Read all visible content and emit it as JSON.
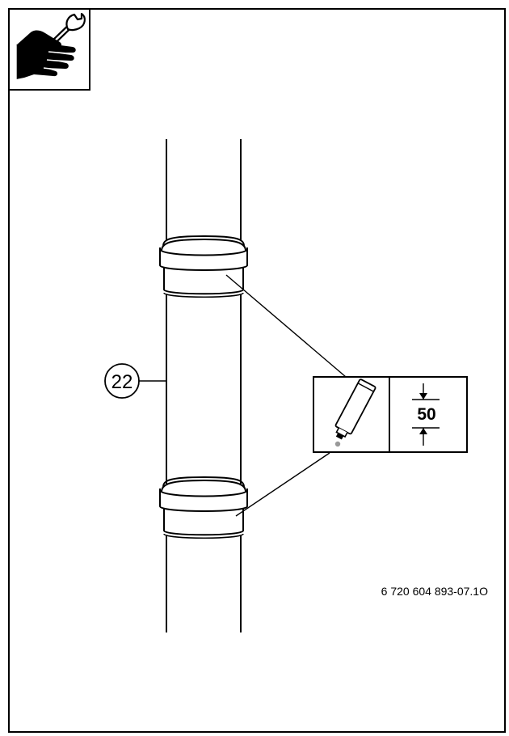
{
  "callout": {
    "number": "22"
  },
  "detail": {
    "dimension": "50"
  },
  "figure": {
    "reference": "6 720 604 893-07.1O"
  },
  "icons": {
    "header": "hand-wrench-icon",
    "detail_left": "lubricant-tube-icon",
    "detail_right": "insertion-depth-icon"
  }
}
